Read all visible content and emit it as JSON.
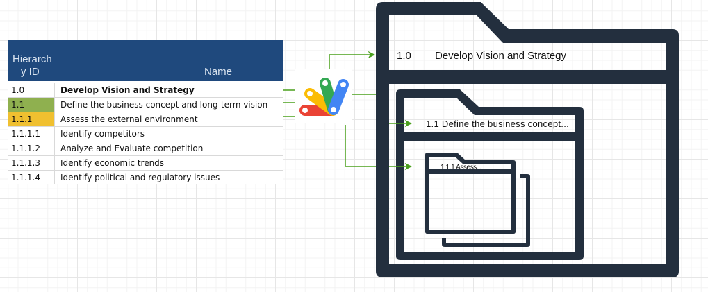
{
  "table": {
    "headers": {
      "id_line1": "Hierarch",
      "id_line2": "y ID",
      "name": "Name"
    },
    "rows": [
      {
        "id": "1.0",
        "name": "Develop Vision and Strategy",
        "style": "bold"
      },
      {
        "id": "1.1",
        "name": "Define the business concept and long-term vision",
        "style": "green"
      },
      {
        "id": "1.1.1",
        "name": "Assess the external environment",
        "style": "amber"
      },
      {
        "id": "1.1.1.1",
        "name": "Identify competitors",
        "style": ""
      },
      {
        "id": "1.1.1.2",
        "name": "Analyze and Evaluate competition",
        "style": ""
      },
      {
        "id": "1.1.1.3",
        "name": "Identify economic trends",
        "style": ""
      },
      {
        "id": "1.1.1.4",
        "name": "Identify political and regulatory issues",
        "style": ""
      }
    ],
    "highlight_colors": {
      "level1": "#8fb04f",
      "level2": "#f0c030"
    },
    "header_color": "#1f497d"
  },
  "logo": {
    "icon": "apps-script-logo-icon",
    "colors": [
      "#ea4335",
      "#fbbc04",
      "#34a853",
      "#4285f4"
    ]
  },
  "connector_color": "#4aa01c",
  "folders": {
    "color": "#232f3e",
    "outer": {
      "id": "1.0",
      "title": "Develop Vision and Strategy"
    },
    "middle": {
      "label": "1.1 Define the business concept..."
    },
    "inner": {
      "label": "1.1.1 Assess..."
    }
  }
}
